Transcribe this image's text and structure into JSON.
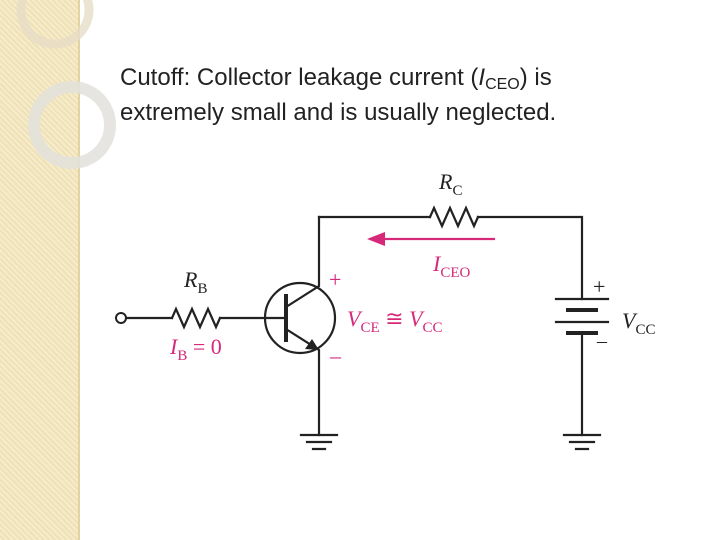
{
  "slide": {
    "text_prefix": "Cutoff: Collector leakage current (",
    "text_i": "I",
    "text_sub": "CEO",
    "text_suffix": ") is",
    "text_line2": "extremely small and is usually neglected."
  },
  "circuit": {
    "rc_main": "R",
    "rc_sub": "C",
    "rb_main": "R",
    "rb_sub": "B",
    "iceo_main": "I",
    "iceo_sub": "CEO",
    "ib_main": "I",
    "ib_sub": "B",
    "ib_value": " = 0",
    "vce_main": "V",
    "vce_sub": "CE",
    "vce_approx": " ≅ ",
    "vce_vcc_main": "V",
    "vce_vcc_sub": "CC",
    "vcc_main": "V",
    "vcc_sub": "CC",
    "plus": "+",
    "minus": "–",
    "colors": {
      "accent": "#d6297a",
      "wire": "#222222",
      "sidebar": "#f6eccb"
    }
  }
}
